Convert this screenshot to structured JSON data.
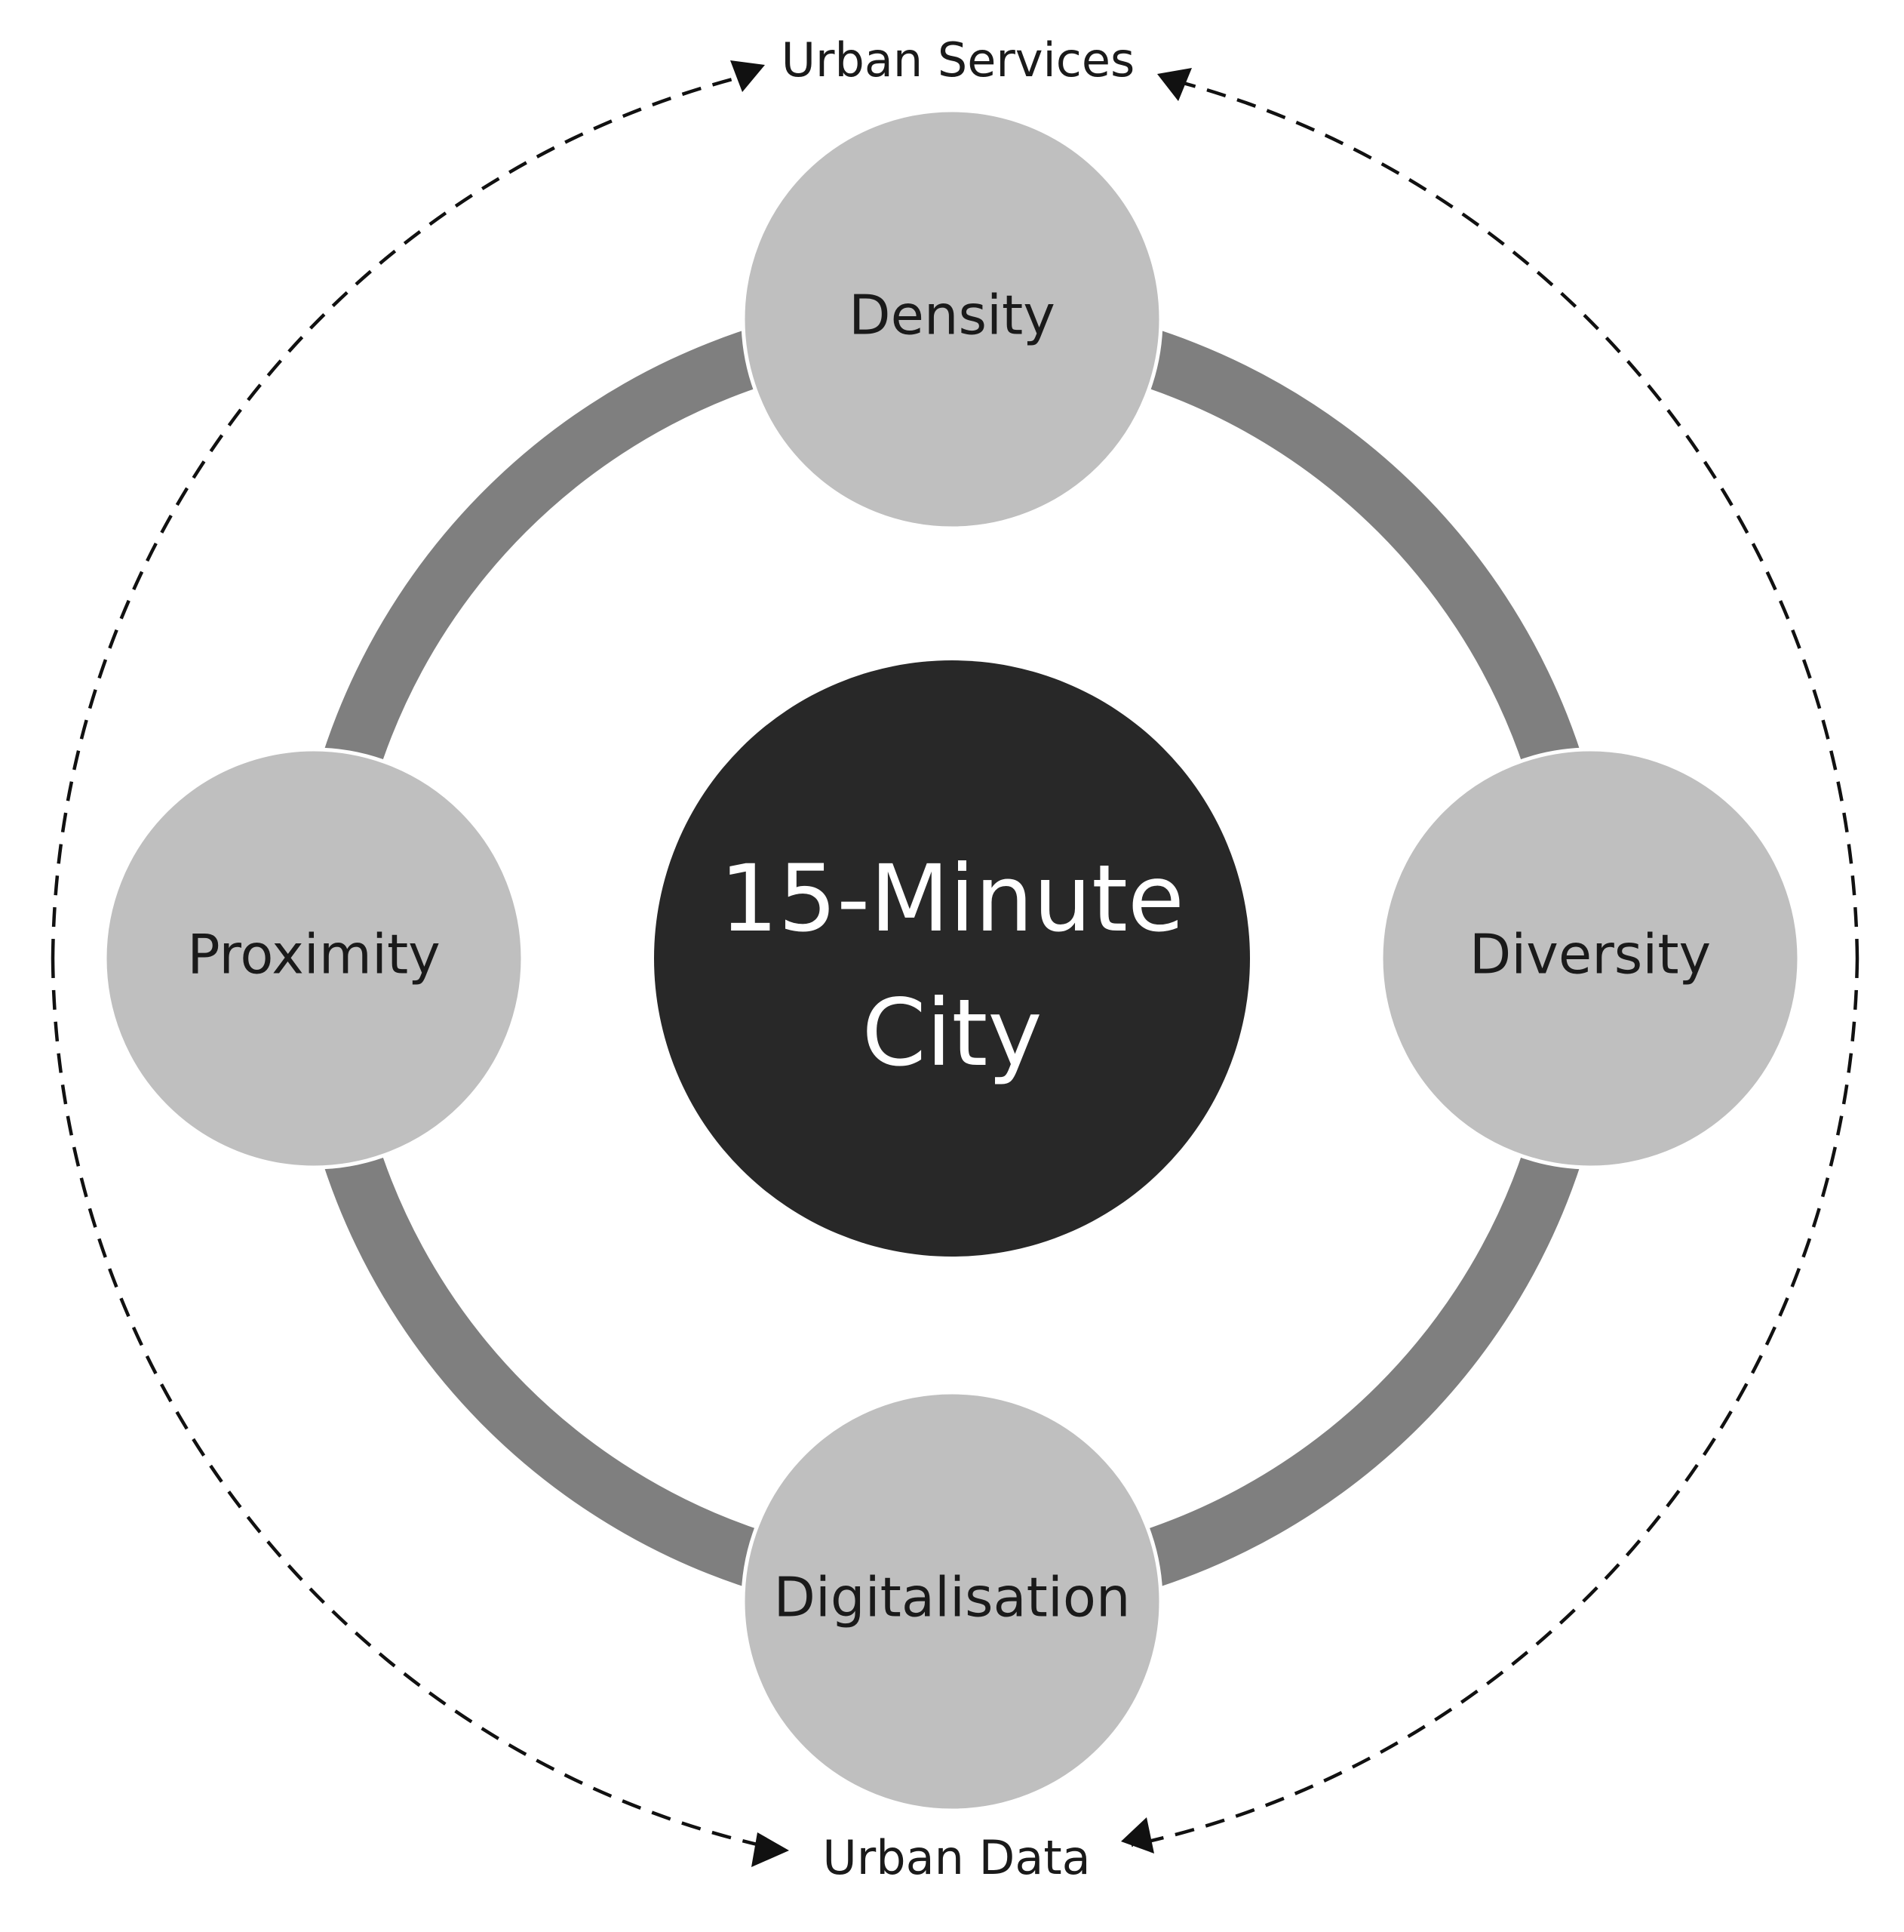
{
  "center": {
    "label_line1": "15-Minute",
    "label_line2": "City"
  },
  "nodes": [
    {
      "id": "density",
      "label": "Density"
    },
    {
      "id": "diversity",
      "label": "Diversity"
    },
    {
      "id": "digitalisation",
      "label": "Digitalisation"
    },
    {
      "id": "proximity",
      "label": "Proximity"
    }
  ],
  "outer_labels": {
    "top": "Urban Services",
    "bottom": "Urban Data"
  },
  "colors": {
    "center_fill": "#282828",
    "node_fill": "#bfbfbf",
    "ring_stroke": "#7f7f7f",
    "dashed_line": "#111111"
  }
}
